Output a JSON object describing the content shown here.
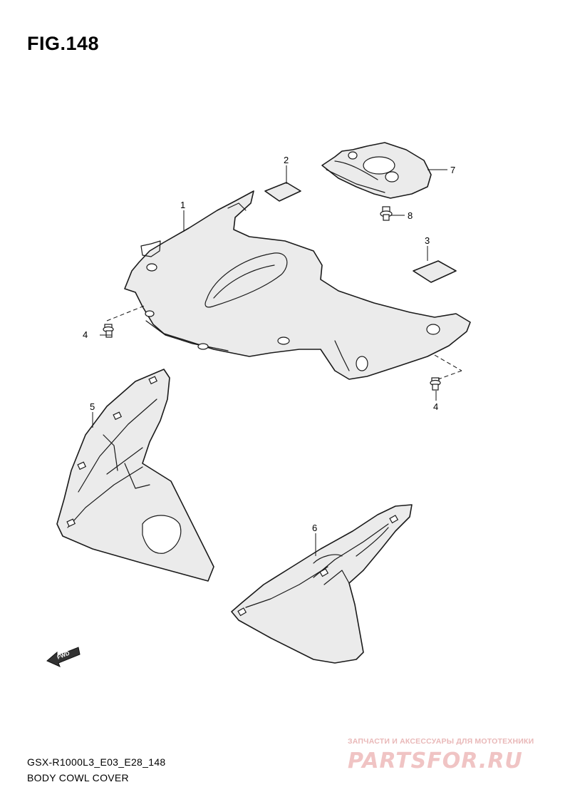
{
  "figure": {
    "title": "FIG.148"
  },
  "callouts": [
    {
      "id": "part-1",
      "label": "1"
    },
    {
      "id": "part-2",
      "label": "2"
    },
    {
      "id": "part-3",
      "label": "3"
    },
    {
      "id": "part-4a",
      "label": "4"
    },
    {
      "id": "part-4b",
      "label": "4"
    },
    {
      "id": "part-5",
      "label": "5"
    },
    {
      "id": "part-6",
      "label": "6"
    },
    {
      "id": "part-7",
      "label": "7"
    },
    {
      "id": "part-8",
      "label": "8"
    }
  ],
  "direction_marker": {
    "label": "FWD",
    "icon": "fwd-arrow-icon"
  },
  "footer": {
    "code": "GSX-R1000L3_E03_E28_148",
    "name": "BODY COWL COVER"
  },
  "watermark": {
    "tagline": "ЗАПЧАСТИ И АКСЕССУАРЫ ДЛЯ МОТОТЕХНИКИ",
    "logo": "PARTSFOR.RU",
    "color": "#f0c4c4"
  }
}
